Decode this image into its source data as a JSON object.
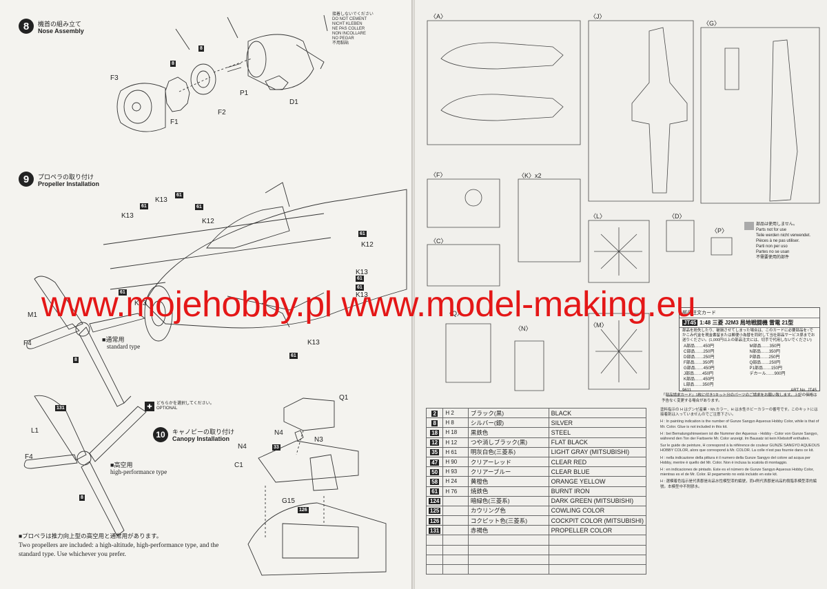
{
  "watermark": "www.mojehobby.pl www.model-making.eu",
  "step8": {
    "number": "8",
    "title_jp": "機首の組み立て",
    "title_en": "Nose Assembly",
    "no_cement": [
      "接着しないでください",
      "DO NOT CEMENT",
      "NICHT KLEBEN",
      "NE PAS COLLER",
      "NON INCOLLARE",
      "NO PEGAR",
      "不用黏貼"
    ],
    "parts": [
      "F3",
      "F1",
      "F2",
      "P1",
      "D1"
    ],
    "badges": [
      "8",
      "8"
    ]
  },
  "step9": {
    "number": "9",
    "title_jp": "プロペラの取り付け",
    "title_en": "Propeller Installation",
    "parts": [
      "K13",
      "K13",
      "K12",
      "K12",
      "K13",
      "K13",
      "K13",
      "K13",
      "M1",
      "F4",
      "F4",
      "L1"
    ],
    "badges": [
      "61",
      "61",
      "61",
      "61",
      "61",
      "61",
      "61",
      "61",
      "8",
      "8",
      "131"
    ],
    "standard_jp": "通常用",
    "standard_en": "standard type",
    "high_jp": "高空用",
    "high_en": "high-performance type",
    "optional_jp": "どちらかを選択してください。",
    "optional_en": "OPTIONAL"
  },
  "step10": {
    "number": "10",
    "title_jp": "キャノピーの取り付け",
    "title_en": "Canopy Installation",
    "parts": [
      "Q1",
      "N4",
      "N4",
      "N3",
      "C1",
      "G15"
    ],
    "badges": [
      "33",
      "126"
    ]
  },
  "footer_note": {
    "jp": "プロペラは推力向上型の高空用と通常用があります。",
    "en": "Two propellers are included: a high-altitude, high-performance type, and the standard type. Use whichever you prefer."
  },
  "sprues": {
    "A": "〈A〉",
    "J": "〈J〉",
    "G": "〈G〉",
    "F": "〈F〉",
    "K": "〈K〉x2",
    "C": "〈C〉",
    "L": "〈L〉",
    "D": "〈D〉",
    "P": "〈P〉",
    "Q": "〈Q〉",
    "N": "〈N〉",
    "M": "〈M〉"
  },
  "unused_parts": [
    "部品は使用しません。",
    "Parts not for use",
    "Teile werden nicht verwendet.",
    "Pièces à ne pas utiliser.",
    "Parti non per uso",
    "Partes no se usan",
    "不需要使用的部件"
  ],
  "parts_card": {
    "title": "部品注文カード",
    "model": "1:48 三菱 J2M3 局地戦闘機 雷電 21型",
    "model_code": "JT45",
    "text": "部品を紛失したり、破損させてしまった場合は、このカードに必要部品を○でかこみ代金を現金書留または郵便小為替を同封して当社部品サービス係までお送りください。(1,000円以上の部品注文には、切手で代用しないでください)",
    "prices": [
      "A部品……450円",
      "M部品……350円",
      "C部品……250円",
      "N部品……350円",
      "D部品……250円",
      "P部品……250円",
      "F部品……350円",
      "Q部品……250円",
      "G部品……450円",
      "P1部品……150円",
      "J部品……450円",
      "デカール……900円",
      "K部品……450円",
      "",
      "L部品……350円",
      ""
    ],
    "code": "9611",
    "art_no": "ART No. JT45",
    "footnote": "「部品請求カード」1枚に付き1キット分のパーツのご請求をお願い致します。上記の価格は予告なく変更する場合があります。"
  },
  "colors": [
    {
      "num": "2",
      "code": "H 2",
      "jp": "ブラック(黒)",
      "en": "BLACK"
    },
    {
      "num": "8",
      "code": "H 8",
      "jp": "シルバー(銀)",
      "en": "SILVER"
    },
    {
      "num": "18",
      "code": "H 18",
      "jp": "黒鉄色",
      "en": "STEEL"
    },
    {
      "num": "12",
      "code": "H 12",
      "jp": "つや消しブラック(黒)",
      "en": "FLAT BLACK"
    },
    {
      "num": "35",
      "code": "H 61",
      "jp": "明灰白色(三菱系)",
      "en": "LIGHT GRAY (MITSUBISHI)"
    },
    {
      "num": "47",
      "code": "H 90",
      "jp": "クリアーレッド",
      "en": "CLEAR RED"
    },
    {
      "num": "50",
      "code": "H 93",
      "jp": "クリアーブルー",
      "en": "CLEAR BLUE"
    },
    {
      "num": "58",
      "code": "H 24",
      "jp": "黄橙色",
      "en": "ORANGE YELLOW"
    },
    {
      "num": "61",
      "code": "H 76",
      "jp": "焼鉄色",
      "en": "BURNT IRON"
    },
    {
      "num": "124",
      "code": "",
      "jp": "暗緑色(三菱系)",
      "en": "DARK GREEN (MITSUBISHI)"
    },
    {
      "num": "125",
      "code": "",
      "jp": "カウリング色",
      "en": "COWLING COLOR"
    },
    {
      "num": "126",
      "code": "",
      "jp": "コクピット色(三菱系)",
      "en": "COCKPIT COLOR (MITSUBISHI)"
    },
    {
      "num": "131",
      "code": "",
      "jp": "赤褐色",
      "en": "PROPELLER COLOR"
    },
    {
      "num": "",
      "code": "",
      "jp": "",
      "en": ""
    },
    {
      "num": "",
      "code": "",
      "jp": "",
      "en": ""
    },
    {
      "num": "",
      "code": "",
      "jp": "",
      "en": ""
    },
    {
      "num": "",
      "code": "",
      "jp": "",
      "en": ""
    }
  ],
  "color_notes": [
    "塗料指示の H はグンゼ産業・Mr.カラー、H は水性ホビーカラーの番号です。このキットには接着剤は入っていませんのでご注意下さい。",
    "H : In painting indication is the number of Gunze Sangyo Aqueous Hobby Color, while   is that of Mr. Color. Glue is not included in this kit.",
    "H : bei Bemalungshinweisen ist die Nummer der Aqueous - Hobby - Color von Gunze Sangyo, während   den Ton der Farbserie Mr. Color anzeigt. Im Bausatz ist kein Klebstoff enthalten.",
    "Sur le guide de peinture, H correspond à la référence de couleur GUNZE SANGYO AQUEOUS HOBBY COLOR, alors que   correspond à Mr. COLOR. La colle n'est pas fournie dans ce kit.",
    "H : nella indicazione della pittura è il numero della Gunze Sangyo del colore ad acqua per Hobby, mentre   è quello del Mr. Color. Non è inclusa la scatola di montaggio.",
    "H : en indicaciones de pintado. Este es el número de Gunze Sangyo Aqueous Hobby Color, mientras   es el de Mr. Color. El pegamento no está incluido en este kit.",
    "H : 選模着色指示是代表郡是出品水性模型漆的編號，而H則代表郡是出品的樹脂系模型漆的編號。本模型中不附膠水。"
  ]
}
